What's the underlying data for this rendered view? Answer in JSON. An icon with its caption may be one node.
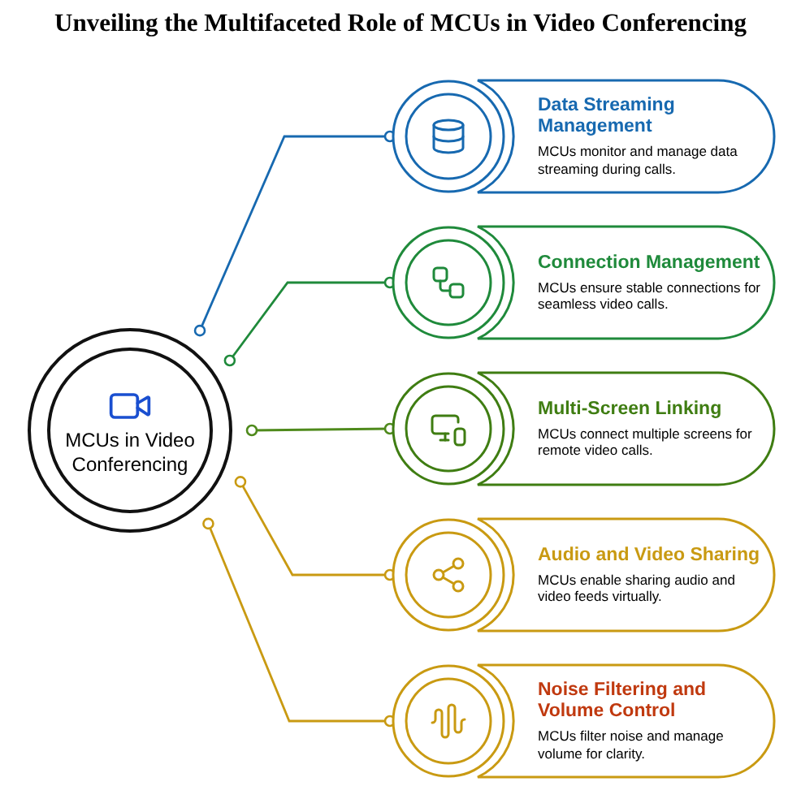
{
  "diagram": {
    "title": "Unveiling the Multifaceted Role of MCUs in Video Conferencing",
    "nodes": [
      {
        "text": [
          "MCUs in Video Conferencing"
        ]
      },
      {
        "text": [
          "Data Streaming Management",
          "MCUs monitor and manage data streaming during calls."
        ]
      },
      {
        "text": [
          "Connection Management",
          "MCUs ensure stable connections for seamless video calls."
        ]
      },
      {
        "text": [
          "Multi-Screen Linking",
          "MCUs connect multiple screens for remote video calls."
        ]
      },
      {
        "text": [
          "Audio and Video Sharing",
          "MCUs enable sharing audio and video feeds virtually."
        ]
      },
      {
        "text": [
          "Noise Filtering and Volume Control",
          "MCUs filter noise and manage volume for clarity."
        ]
      }
    ],
    "edges": [
      {
        "from": 0,
        "to": 1,
        "arrow": "other",
        "color": "#1769b0"
      },
      {
        "from": 0,
        "to": 2,
        "arrow": "other",
        "color": "#1f8a3b"
      },
      {
        "from": 0,
        "to": 3,
        "arrow": "other",
        "color": "#4f8a1c"
      },
      {
        "from": 0,
        "to": 4,
        "arrow": "other",
        "color": "#c99a12"
      },
      {
        "from": 0,
        "to": 5,
        "arrow": "other",
        "color": "#c99a12"
      }
    ]
  }
}
